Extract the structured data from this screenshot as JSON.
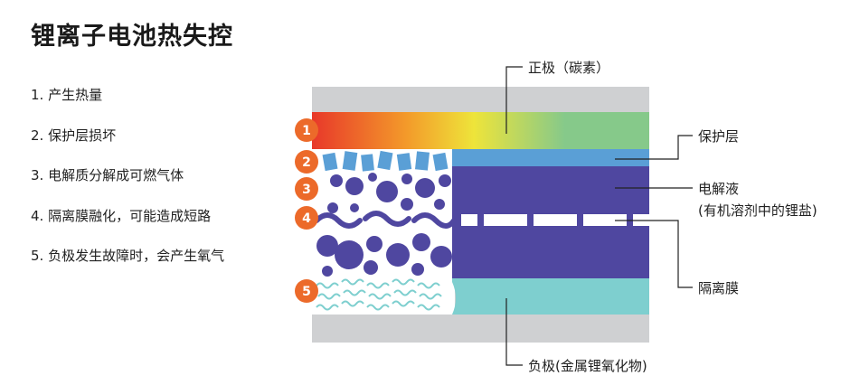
{
  "title": "锂离子电池热失控",
  "steps": [
    "1. 产生热量",
    "2. 保护层损坏",
    "3. 电解质分解成可燃气体",
    "4. 隔离膜融化，可能造成短路",
    "5. 负极发生故障时，会产生氧气"
  ],
  "markers": [
    "1",
    "2",
    "3",
    "4",
    "5"
  ],
  "labels": {
    "cathode": "正极（碳素）",
    "protective_layer": "保护层",
    "electrolyte_line1": "电解液",
    "electrolyte_line2": "(有机溶剂中的锂盐)",
    "separator": "隔离膜",
    "anode": "负极(金属锂氧化物)"
  },
  "colors": {
    "outer_gray": "#cfd0d2",
    "cathode_green": "#86c98a",
    "protective_blue": "#5a9fd6",
    "electrolyte_purple": "#4f47a0",
    "anode_teal": "#7ecfcf",
    "marker_orange": "#ec6a2a"
  },
  "icons": [
    "flame-gradient",
    "blue-flakes",
    "purple-bubbles",
    "wavy-membrane",
    "teal-squiggles"
  ]
}
